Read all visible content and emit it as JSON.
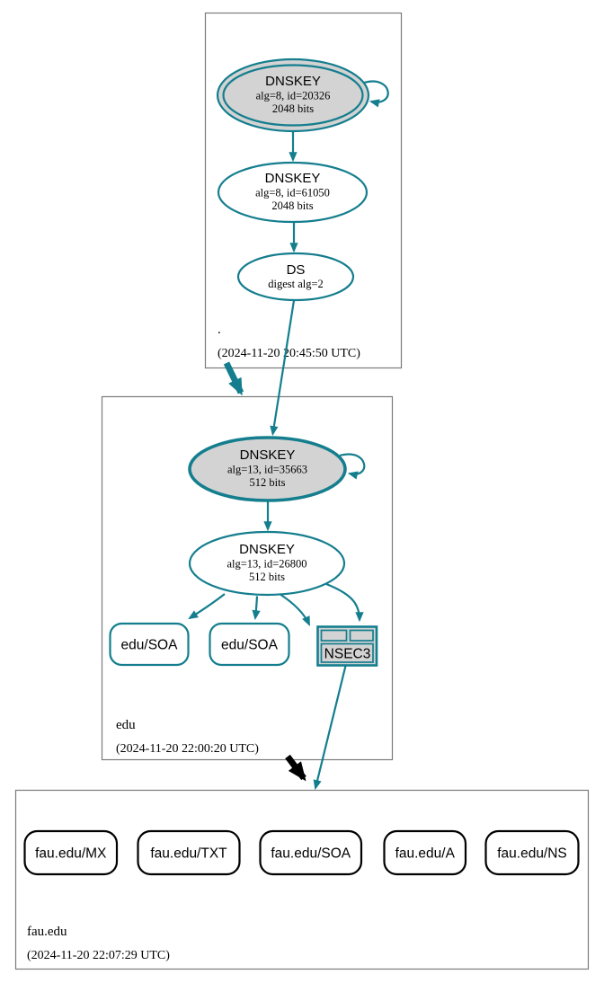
{
  "colors": {
    "secure_teal": "#147E8E",
    "node_fill_gray": "#d3d3d3",
    "zone_border_gray": "#7a7a7a",
    "insecure_black": "#000000"
  },
  "root_zone": {
    "label": ".",
    "timestamp": "(2024-11-20 20:45:50 UTC)",
    "ksk": {
      "title": "DNSKEY",
      "detail": "alg=8, id=20326",
      "bits": "2048 bits"
    },
    "zsk": {
      "title": "DNSKEY",
      "detail": "alg=8, id=61050",
      "bits": "2048 bits"
    },
    "ds": {
      "title": "DS",
      "detail": "digest alg=2"
    }
  },
  "edu_zone": {
    "label": "edu",
    "timestamp": "(2024-11-20 22:00:20 UTC)",
    "ksk": {
      "title": "DNSKEY",
      "detail": "alg=13, id=35663",
      "bits": "512 bits"
    },
    "zsk": {
      "title": "DNSKEY",
      "detail": "alg=13, id=26800",
      "bits": "512 bits"
    },
    "soa1": {
      "label": "edu/SOA"
    },
    "soa2": {
      "label": "edu/SOA"
    },
    "nsec3": {
      "label": "NSEC3"
    }
  },
  "fau_zone": {
    "label": "fau.edu",
    "timestamp": "(2024-11-20 22:07:29 UTC)",
    "rrsets": [
      {
        "label": "fau.edu/MX"
      },
      {
        "label": "fau.edu/TXT"
      },
      {
        "label": "fau.edu/SOA"
      },
      {
        "label": "fau.edu/A"
      },
      {
        "label": "fau.edu/NS"
      }
    ]
  }
}
